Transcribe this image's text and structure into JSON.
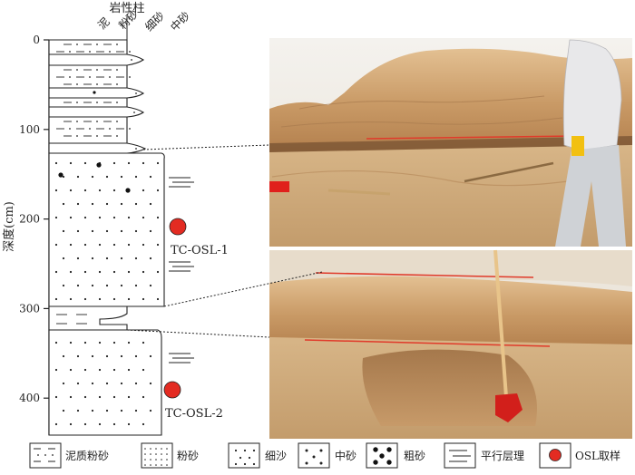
{
  "column": {
    "header": "岩性柱",
    "grain_headers": [
      "泥",
      "粉砂",
      "细砂",
      "中砂"
    ],
    "depth_axis_label": "深度(cm)",
    "depth_ticks": [
      0,
      100,
      200,
      300,
      400
    ]
  },
  "samples": [
    {
      "label": "TC-OSL-1",
      "depth_cm": 205
    },
    {
      "label": "TC-OSL-2",
      "depth_cm": 385
    }
  ],
  "legend": [
    {
      "label": "泥质粉砂",
      "icon": "muddy-silt-pattern"
    },
    {
      "label": "粉砂",
      "icon": "silt-pattern"
    },
    {
      "label": "细沙",
      "icon": "fine-sand-pattern"
    },
    {
      "label": "中砂",
      "icon": "medium-sand-pattern"
    },
    {
      "label": "粗砂",
      "icon": "coarse-sand-pattern"
    },
    {
      "label": "平行层理",
      "icon": "parallel-bedding-icon"
    },
    {
      "label": "OSL取样",
      "icon": "osl-sample-dot"
    }
  ],
  "colors": {
    "sample_dot": "#e32b22",
    "marker_line": "#e03a2a",
    "sand_light": "#d9b68a",
    "sand_dark": "#a8794c",
    "sky": "#f1ede6"
  }
}
